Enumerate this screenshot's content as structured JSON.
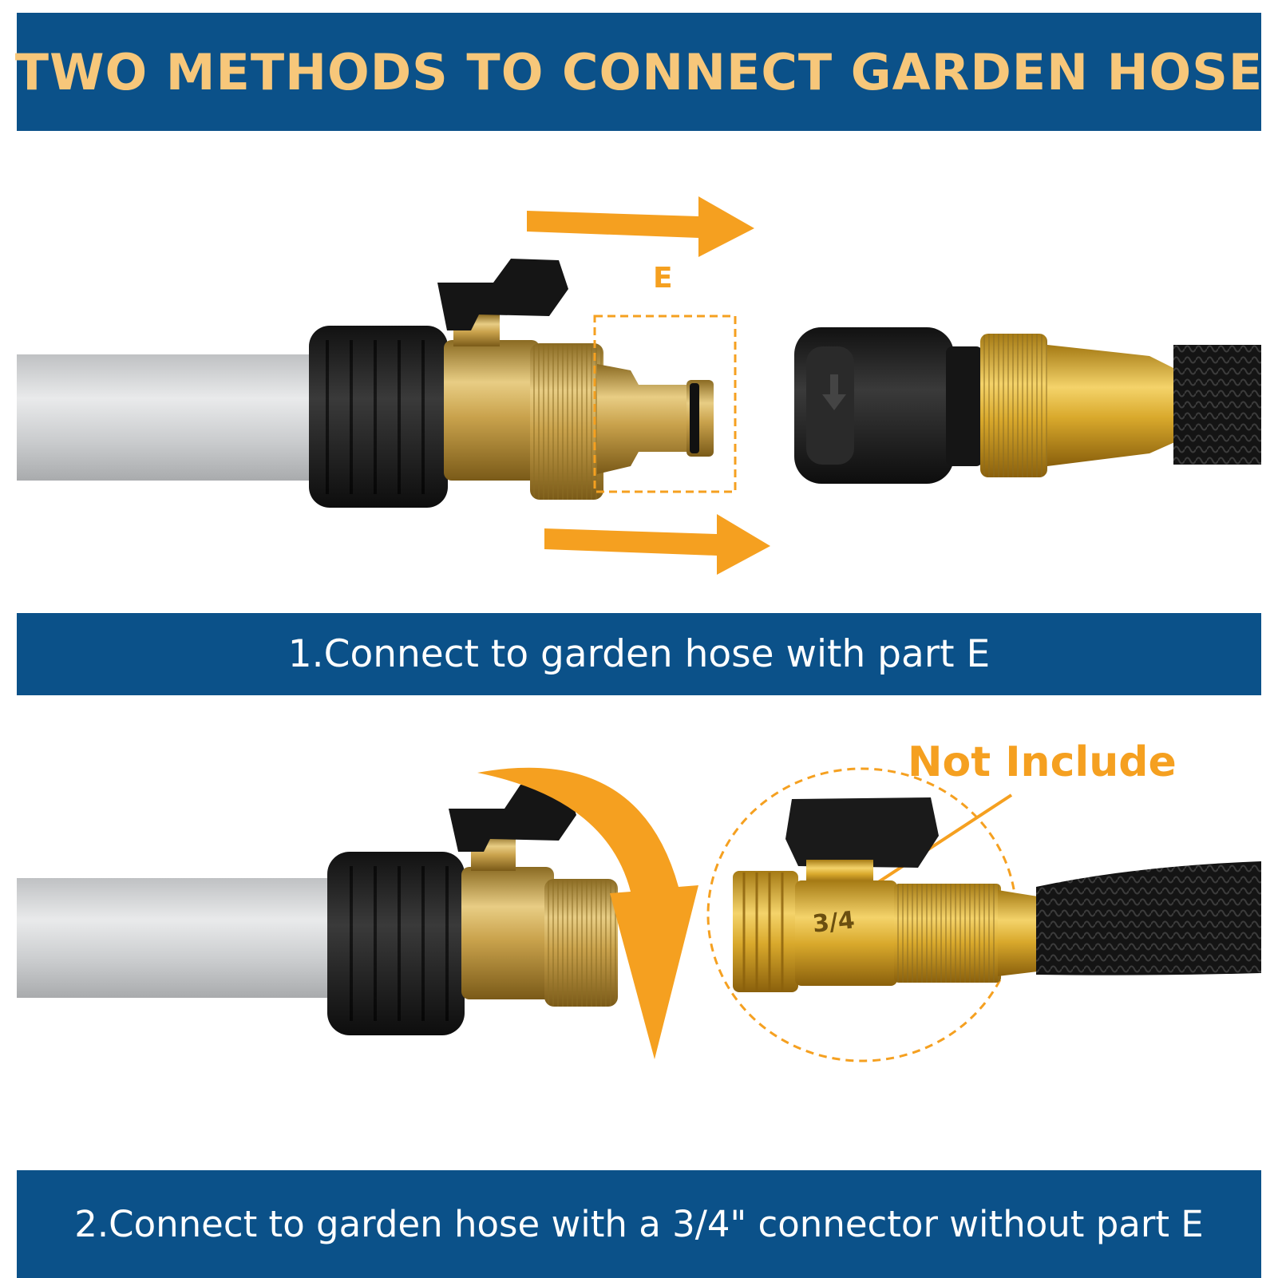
{
  "header": {
    "title": "TWO METHODS TO CONNECT GARDEN HOSE"
  },
  "method1": {
    "part_label": "E",
    "caption": "1.Connect to garden hose with part E"
  },
  "method2": {
    "callout": "Not Include",
    "fitting_marking": "3/4",
    "caption": "2.Connect to garden hose with a 3/4\" connector without part E"
  },
  "colors": {
    "banner_blue": "#0b5189",
    "title_gold": "#f7c77a",
    "accent_orange": "#f5a020",
    "brass": "#d9b45a",
    "rubber_black": "#1c1c1c"
  }
}
